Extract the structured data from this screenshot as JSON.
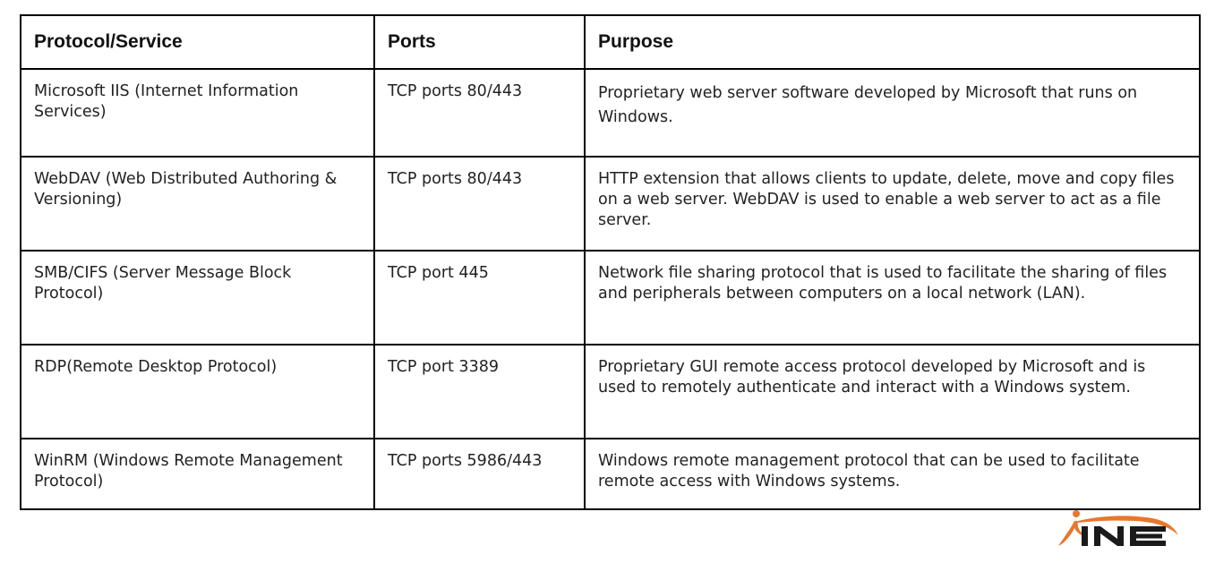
{
  "table": {
    "headers": [
      "Protocol/Service",
      "Ports",
      "Purpose"
    ],
    "rows": [
      {
        "protocol": "Microsoft IIS (Internet Information Services)",
        "ports": "TCP ports 80/443",
        "purpose": "Proprietary web server software developed by Microsoft that runs on Windows."
      },
      {
        "protocol": "WebDAV (Web Distributed Authoring & Versioning)",
        "ports": "TCP ports 80/443",
        "purpose": "HTTP extension that allows clients to update, delete, move and copy files on a web server. WebDAV is used to enable a web server to act as a file server."
      },
      {
        "protocol": "SMB/CIFS (Server Message Block Protocol)",
        "ports": "TCP port 445",
        "purpose": "Network file sharing protocol that is used to facilitate the sharing of files and peripherals between computers on a local network (LAN)."
      },
      {
        "protocol": "RDP(Remote Desktop Protocol)",
        "ports": "TCP port 3389",
        "purpose": "Proprietary GUI remote access protocol developed by Microsoft and is used to remotely authenticate and interact with a Windows system."
      },
      {
        "protocol": "WinRM (Windows Remote Management Protocol)",
        "ports": "TCP ports 5986/443",
        "purpose": "Windows remote management protocol that can be used to facilitate remote access with Windows systems."
      }
    ]
  },
  "logo": {
    "text": "INE",
    "brand_color": "#e8772e",
    "text_color": "#1a1a1a"
  }
}
